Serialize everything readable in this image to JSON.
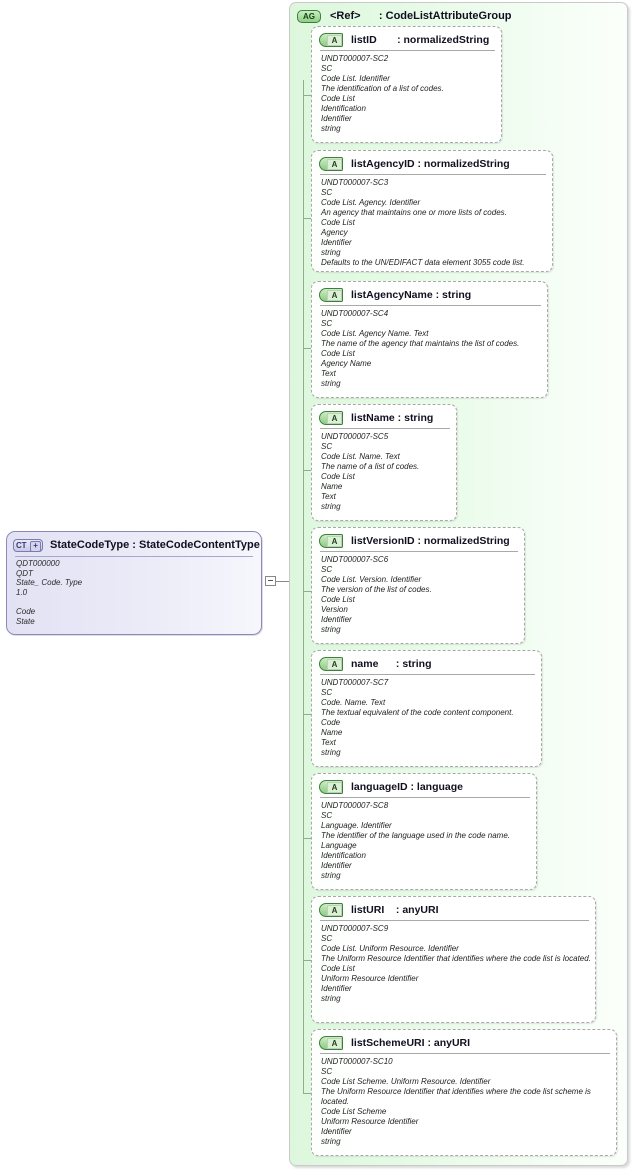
{
  "diagram": {
    "type": "xsd-schema-diagram",
    "complex_type": {
      "icon": "CT",
      "expand_icon": "+",
      "title": "StateCodeType : StateCodeContentType",
      "annotation": "QDT000000\nQDT\nState_ Code. Type\n1.0\n\nCode\nState"
    },
    "connector": {
      "toggle_icon": "minus-box"
    },
    "attribute_group": {
      "icon": "AG",
      "title": "<Ref>      : CodeListAttributeGroup",
      "attributes": [
        {
          "icon": "A",
          "name": "listID",
          "separator": "    : ",
          "type": "normalizedString",
          "title": "listID       : normalizedString",
          "annotation": "UNDT000007-SC2\nSC\nCode List. Identifier\nThe identification of a list of codes.\nCode List\nIdentification\nIdentifier\nstring"
        },
        {
          "icon": "A",
          "name": "listAgencyID",
          "separator": " : ",
          "type": "normalizedString",
          "title": "listAgencyID : normalizedString",
          "annotation": "UNDT000007-SC3\nSC\nCode List. Agency. Identifier\nAn agency that maintains one or more lists of codes.\nCode List\nAgency\nIdentifier\nstring\nDefaults to the UN/EDIFACT data element 3055 code list."
        },
        {
          "icon": "A",
          "name": "listAgencyName",
          "separator": " : ",
          "type": "string",
          "title": "listAgencyName : string",
          "annotation": "UNDT000007-SC4\nSC\nCode List. Agency Name. Text\nThe name of the agency that maintains the list of codes.\nCode List\nAgency Name\nText\nstring"
        },
        {
          "icon": "A",
          "name": "listName",
          "separator": " : ",
          "type": "string",
          "title": "listName : string",
          "annotation": "UNDT000007-SC5\nSC\nCode List. Name. Text\nThe name of a list of codes.\nCode List\nName\nText\nstring"
        },
        {
          "icon": "A",
          "name": "listVersionID",
          "separator": " : ",
          "type": "normalizedString",
          "title": "listVersionID : normalizedString",
          "annotation": "UNDT000007-SC6\nSC\nCode List. Version. Identifier\nThe version of the list of codes.\nCode List\nVersion\nIdentifier\nstring"
        },
        {
          "icon": "A",
          "name": "name",
          "separator": "    : ",
          "type": "string",
          "title": "name      : string",
          "annotation": "UNDT000007-SC7\nSC\nCode. Name. Text\nThe textual equivalent of the code content component.\nCode\nName\nText\nstring"
        },
        {
          "icon": "A",
          "name": "languageID",
          "separator": " : ",
          "type": "language",
          "title": "languageID : language",
          "annotation": "UNDT000007-SC8\nSC\nLanguage. Identifier\nThe identifier of the language used in the code name.\nLanguage\nIdentification\nIdentifier\nstring"
        },
        {
          "icon": "A",
          "name": "listURI",
          "separator": "   : ",
          "type": "anyURI",
          "title": "listURI    : anyURI",
          "annotation": "UNDT000007-SC9\nSC\nCode List. Uniform Resource. Identifier\nThe Uniform Resource Identifier that identifies where the code list is located.\nCode List\nUniform Resource Identifier\nIdentifier\nstring"
        },
        {
          "icon": "A",
          "name": "listSchemeURI",
          "separator": " : ",
          "type": "anyURI",
          "title": "listSchemeURI : anyURI",
          "annotation": "UNDT000007-SC10\nSC\nCode List Scheme. Uniform Resource. Identifier\nThe Uniform Resource Identifier that identifies where the code list scheme is located.\nCode List Scheme\nUniform Resource Identifier\nIdentifier\nstring"
        }
      ]
    },
    "colors": {
      "group_background": "#ddf7dd",
      "attribute_icon": "#8ecb84",
      "complex_type_background": "#e2e2f4",
      "complex_type_border": "#8a8ab8",
      "connector_line": "#8fae8f"
    }
  }
}
